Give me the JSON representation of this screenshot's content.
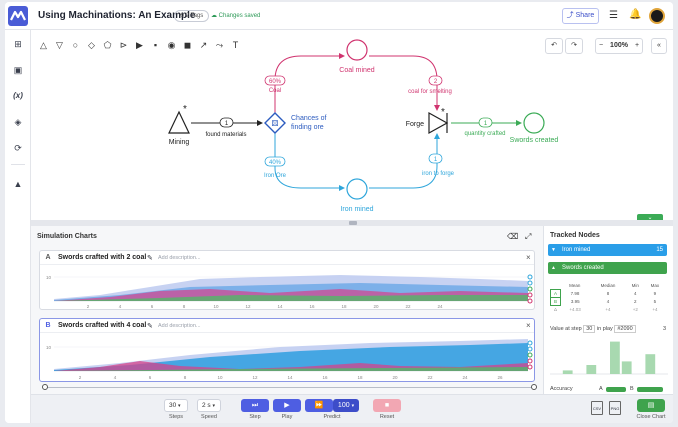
{
  "app": {
    "title": "Using Machinations: An Example",
    "tags": "2 Tags",
    "saved": "Changes saved",
    "share": "Share"
  },
  "nav": {
    "variables_label": "(x)"
  },
  "canvas": {
    "zoom": "100%",
    "nodes": {
      "mining": "Mining",
      "coal_mined": "Coal mined",
      "iron_mined": "Iron mined",
      "forge": "Forge",
      "swords_created": "Swords created",
      "chances_line1": "Chances of",
      "chances_line2": "finding ore"
    },
    "edges": {
      "found_materials": "found materials",
      "found_materials_value": "1",
      "coal_pct": "60%",
      "coal_label": "Coal",
      "iron_pct": "40%",
      "iron_label": "Iron Ore",
      "coal_smelting": "coal for smelting",
      "coal_smelting_value": "2",
      "iron_forge": "iron to forge",
      "iron_forge_value": "1",
      "quantity_crafted": "quantity crafted",
      "quantity_crafted_value": "1"
    }
  },
  "charts": {
    "panel_title": "Simulation Charts",
    "cards": [
      {
        "badge": "A",
        "title": "Swords crafted with 2 coal",
        "description": "Add description..."
      },
      {
        "badge": "B",
        "title": "Swords crafted with 4 coal",
        "description": "Add description..."
      }
    ],
    "y_tick": "10",
    "x_ticks": [
      "2",
      "4",
      "6",
      "8",
      "10",
      "12",
      "14",
      "16",
      "18",
      "20",
      "22",
      "24",
      "26"
    ]
  },
  "tracked": {
    "title": "Tracked Nodes",
    "nodes": [
      {
        "name": "Iron mined",
        "count": "15",
        "color": "#2a9ee8"
      },
      {
        "name": "Swords created",
        "count": "",
        "color": "#3fa34d"
      }
    ],
    "stats_headers": [
      "",
      "Mean",
      "Median",
      "Min",
      "Max"
    ],
    "stats_rows": [
      [
        "A",
        "7.98",
        "8",
        "4",
        "9"
      ],
      [
        "B",
        "3.95",
        "4",
        "2",
        "5"
      ],
      [
        "Δ",
        "+4.03",
        "+4",
        "+2",
        "+4"
      ]
    ],
    "value_at_step_label": "Value at step",
    "value_at_step": "30",
    "in_play_label": "in play",
    "play_id": "#2090",
    "play_value": "3",
    "histogram": [
      0.1,
      0.0,
      0.25,
      0.0,
      0.9,
      0.35,
      0.0,
      0.55
    ],
    "accuracy_label": "Accuracy",
    "accuracy_a": "A",
    "accuracy_b": "B"
  },
  "bottom": {
    "steps_value": "30",
    "steps_label": "Steps",
    "speed_value": "2 s",
    "speed_label": "Speed",
    "step_label": "Step",
    "play_label": "Play",
    "predict_value": "100",
    "predict_label": "Predict",
    "reset_label": "Reset",
    "close_chart": "Close Chart"
  }
}
